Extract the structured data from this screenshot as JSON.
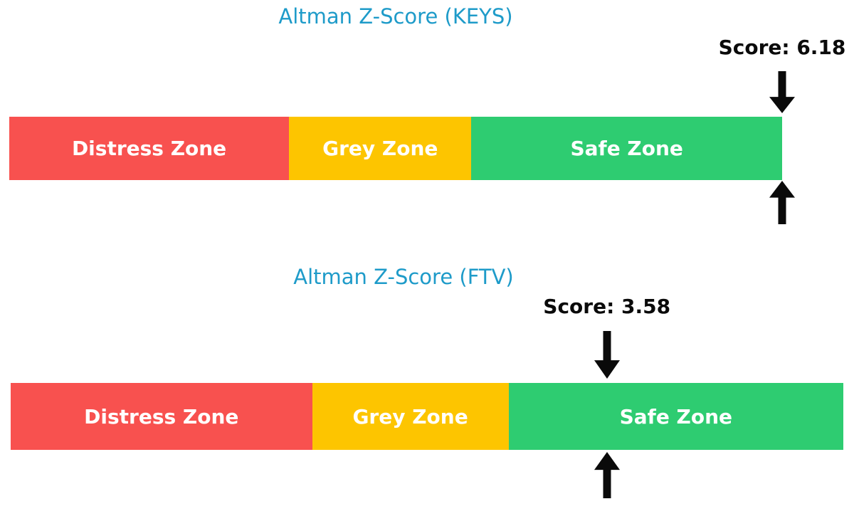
{
  "page": {
    "background": "#FFFFFF"
  },
  "colors": {
    "title_blue": "#1E9BC9",
    "distress_red": "#F8514F",
    "grey_yellow": "#FDC500",
    "safe_green": "#2ECC71",
    "arrow_black": "#0A0A0A",
    "zone_text_white": "#FFFFFF"
  },
  "chart_data": [
    {
      "type": "bar",
      "title": "Altman Z-Score (KEYS)",
      "ticker": "KEYS",
      "score": 6.18,
      "score_label": "Score: 6.18",
      "xlim": [
        0,
        5
      ],
      "legend_position": "none",
      "grid": false,
      "zones": [
        {
          "label": "Distress Zone",
          "start": 0,
          "end": 1.81,
          "color": "#F8514F"
        },
        {
          "label": "Grey Zone",
          "start": 1.81,
          "end": 2.99,
          "color": "#FDC500"
        },
        {
          "label": "Safe Zone",
          "start": 2.99,
          "end": 5,
          "color": "#2ECC71"
        }
      ],
      "marker": "score arrow clamped to axis max"
    },
    {
      "type": "bar",
      "title": "Altman Z-Score (FTV)",
      "ticker": "FTV",
      "score": 3.58,
      "score_label": "Score: 3.58",
      "xlim": [
        0,
        5
      ],
      "legend_position": "none",
      "grid": false,
      "zones": [
        {
          "label": "Distress Zone",
          "start": 0,
          "end": 1.81,
          "color": "#F8514F"
        },
        {
          "label": "Grey Zone",
          "start": 1.81,
          "end": 2.99,
          "color": "#FDC500"
        },
        {
          "label": "Safe Zone",
          "start": 2.99,
          "end": 5,
          "color": "#2ECC71"
        }
      ],
      "marker": "score arrow at score value"
    }
  ]
}
